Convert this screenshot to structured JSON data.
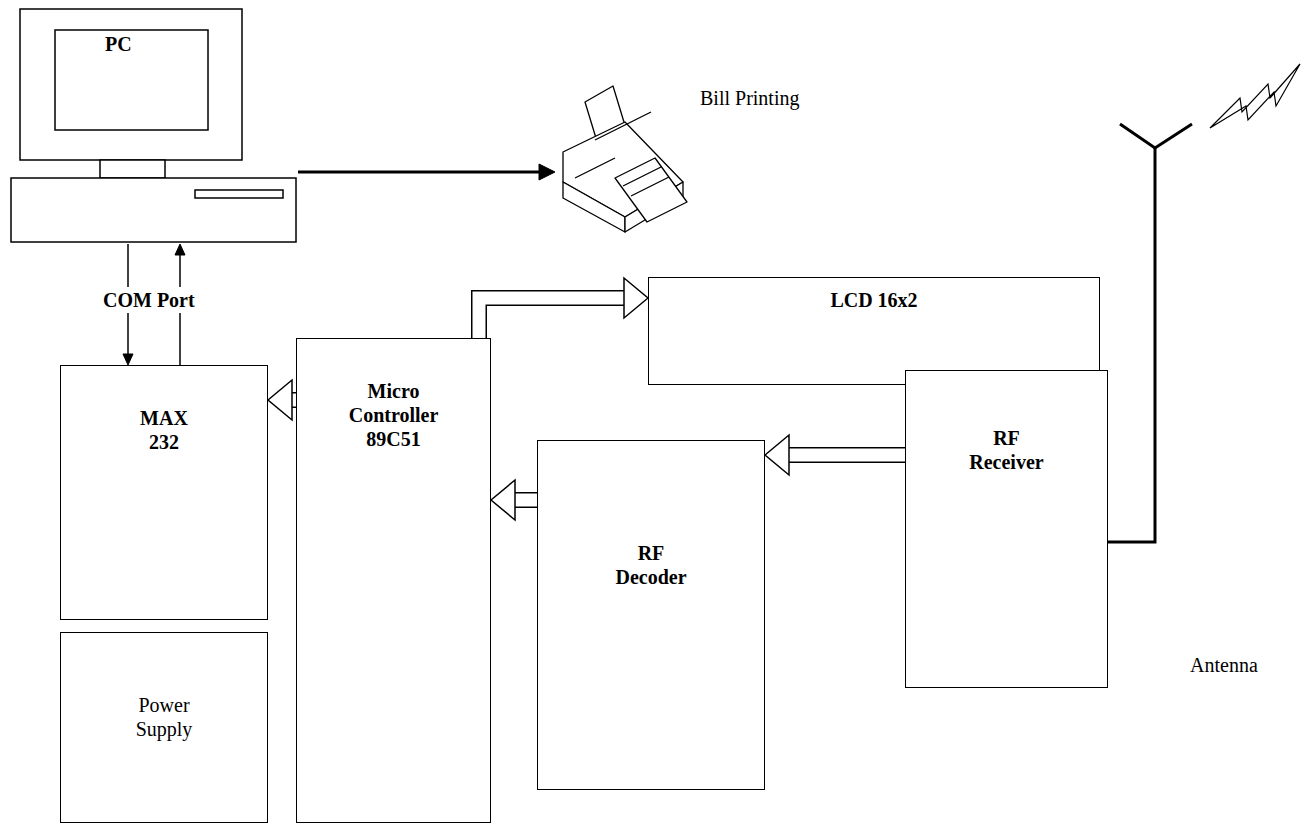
{
  "diagram": {
    "nodes": [
      {
        "text": [
          "PC"
        ]
      },
      {
        "text": [
          "Bill Printing"
        ]
      },
      {
        "text": [
          "MAX 232"
        ]
      },
      {
        "text": [
          "Micro Controller 89C51"
        ]
      },
      {
        "text": [
          "LCD 16x2"
        ]
      },
      {
        "text": [
          "RF Receiver"
        ]
      },
      {
        "text": [
          "RF Decoder"
        ]
      },
      {
        "text": [
          "Power Supply"
        ]
      }
    ],
    "edges": [
      {
        "from": 0,
        "to": 1,
        "arrow": "to"
      },
      {
        "from": 0,
        "to": 2,
        "arrow": "to"
      },
      {
        "from": 2,
        "to": 0,
        "arrow": "to"
      },
      {
        "from": 3,
        "to": 2,
        "arrow": "to"
      },
      {
        "from": 3,
        "to": 4,
        "arrow": "to"
      },
      {
        "from": 6,
        "to": 3,
        "arrow": "to"
      },
      {
        "from": 5,
        "to": 6,
        "arrow": "to"
      }
    ],
    "labels": [
      "COM Port",
      "Antenna"
    ]
  }
}
